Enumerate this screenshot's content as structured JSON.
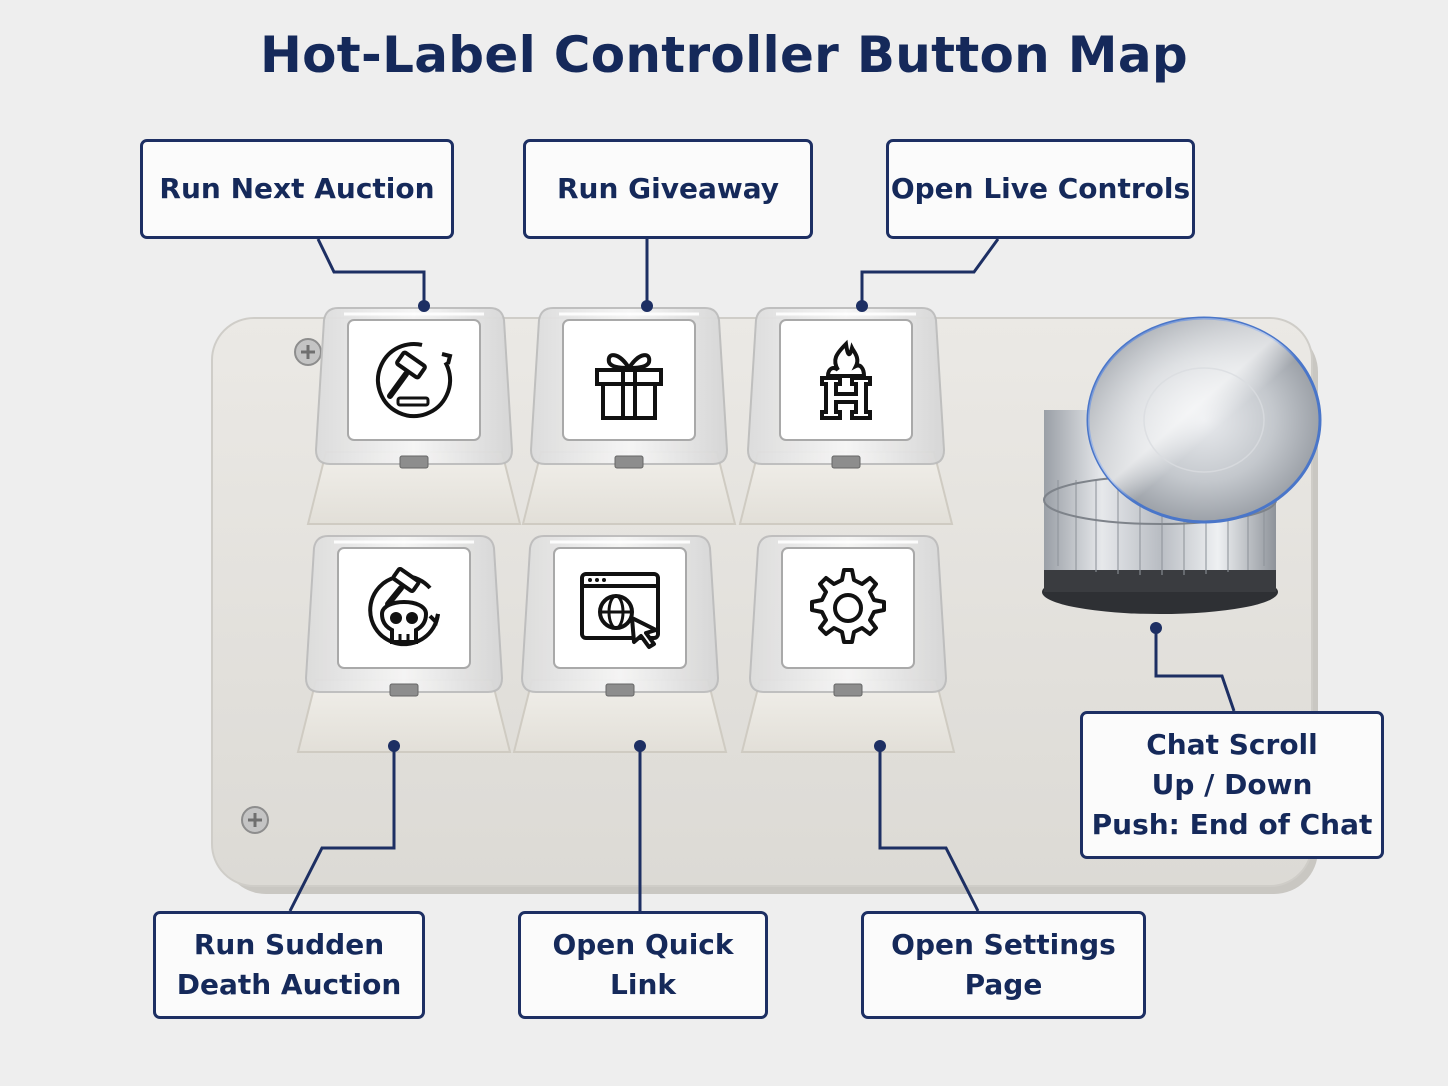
{
  "title": "Hot-Label Controller Button Map",
  "keys": [
    {
      "label": "Run Next Auction",
      "icon": "gavel-cycle-icon"
    },
    {
      "label": "Run Giveaway",
      "icon": "gift-icon"
    },
    {
      "label": "Open Live Controls",
      "icon": "flaming-h-icon"
    },
    {
      "label": "Run Sudden\nDeath Auction",
      "icon": "skull-gavel-icon"
    },
    {
      "label": "Open Quick Link",
      "icon": "browser-globe-cursor-icon"
    },
    {
      "label": "Open Settings\nPage",
      "icon": "gear-icon"
    }
  ],
  "knob": {
    "label": "Chat Scroll\nUp / Down\nPush: End of Chat",
    "icon": "rotary-knob-icon"
  },
  "colors": {
    "navy": "#1d2f63",
    "title": "#15295a",
    "background": "#eeeeee",
    "plate": "#e4e2dd"
  }
}
